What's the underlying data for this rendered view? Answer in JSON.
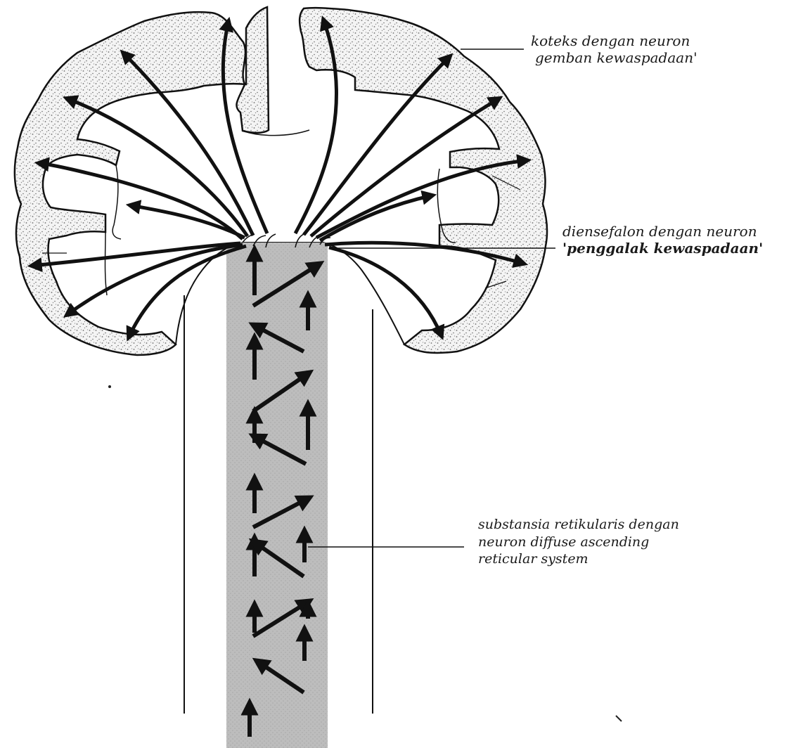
{
  "labels": {
    "cortex": {
      "line1": "koteks dengan neuron",
      "line2": "gemban kewaspadaan'"
    },
    "diencephalon": {
      "line1": "diensefalon dengan neuron",
      "line2": "'penggalak kewaspadaan'"
    },
    "reticular": {
      "line1": "substansia retikularis dengan",
      "line2": "neuron  diffuse ascending",
      "line3": "reticular system"
    }
  },
  "colors": {
    "ink": "#111111",
    "cortex_fill": "#f4f4f4",
    "stipple": "#6b6b6b",
    "brainstem": "#b9b9b9"
  }
}
